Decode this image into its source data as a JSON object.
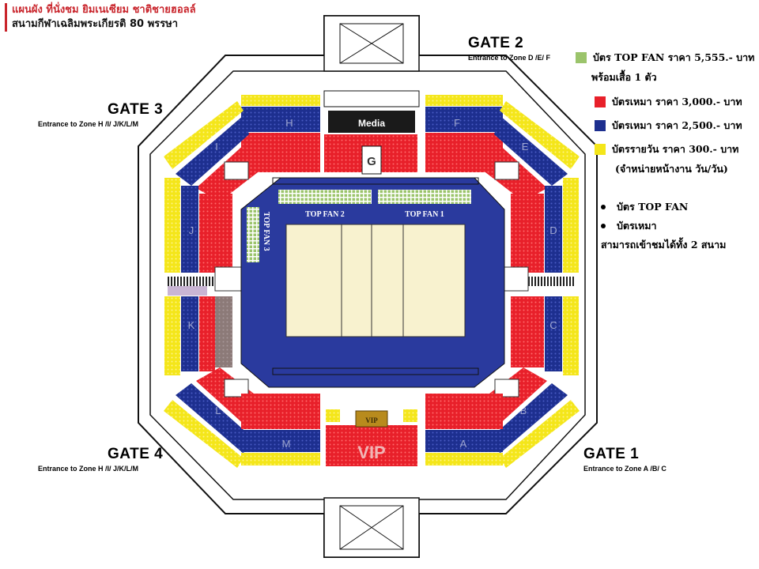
{
  "title": {
    "line1": "แผนผัง ที่นั่งชม ยิมเนเซียม ชาติชายฮอลล์",
    "line2": "สนามกีฬาเฉลิมพระเกียรติ 80 พรรษา"
  },
  "colors": {
    "topfan": "#9bc46b",
    "red": "#e8202a",
    "blue": "#1d2f8f",
    "yellow": "#f4e61a",
    "court_blue": "#2a3a9e",
    "court_floor": "#f8f2cf",
    "media": "#1a1a1a",
    "reserved": "#8c7a78"
  },
  "gates": [
    {
      "name": "GATE 2",
      "entrance": "Entrance to Zone D /E/ F"
    },
    {
      "name": "GATE 3",
      "entrance": "Entrance to Zone H /I/ J/K/L/M"
    },
    {
      "name": "GATE 4",
      "entrance": "Entrance to Zone H /I/ J/K/L/M"
    },
    {
      "name": "GATE 1",
      "entrance": "Entrance to Zone A /B/ C"
    }
  ],
  "legend": {
    "items": [
      {
        "color": "#9bc46b",
        "text": "บัตร TOP FAN ราคา 5,555.- บาท",
        "sub": "พร้อมเสื้อ 1 ตัว"
      },
      {
        "color": "#e8202a",
        "text": "บัตรเหมา ราคา 3,000.- บาท",
        "sub": ""
      },
      {
        "color": "#1d2f8f",
        "text": "บัตรเหมา ราคา 2,500.- บาท",
        "sub": ""
      },
      {
        "color": "#f4e61a",
        "text": "บัตรรายวัน ราคา 300.- บาท",
        "sub": "(จำหน่ายหน้างาน วัน/วัน)"
      }
    ]
  },
  "bullets": {
    "items": [
      "บัตร TOP FAN",
      "บัตรเหมา"
    ],
    "note": "สามารถเข้าชมได้ทั้ง 2 สนาม"
  },
  "map": {
    "media_label": "Media",
    "vip_label": "VIP",
    "vip_box_label": "VIP",
    "g_label": "G",
    "topfan_labels": [
      "TOP FAN 2",
      "TOP FAN 1",
      "TOP FAN 3"
    ],
    "zones": [
      {
        "id": "A"
      },
      {
        "id": "B"
      },
      {
        "id": "C"
      },
      {
        "id": "D"
      },
      {
        "id": "E"
      },
      {
        "id": "F"
      },
      {
        "id": "H"
      },
      {
        "id": "I"
      },
      {
        "id": "J"
      },
      {
        "id": "K"
      },
      {
        "id": "L"
      },
      {
        "id": "M"
      }
    ]
  }
}
